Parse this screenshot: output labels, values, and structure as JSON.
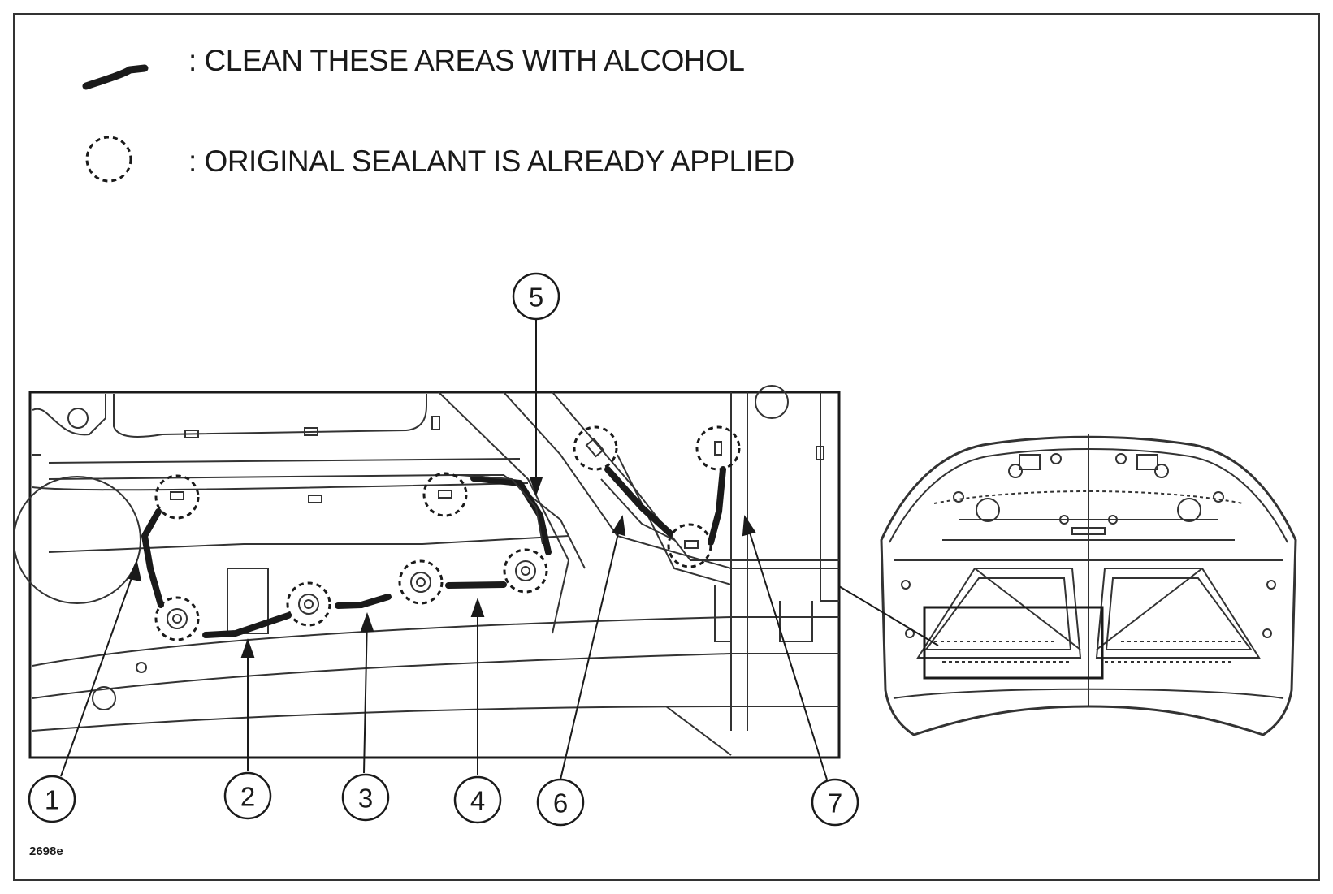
{
  "legend": {
    "clean_text": ": CLEAN THESE AREAS WITH ALCOHOL",
    "sealant_text": ": ORIGINAL SEALANT IS ALREADY APPLIED"
  },
  "callouts": [
    "1",
    "2",
    "3",
    "4",
    "5",
    "6",
    "7"
  ],
  "figure_code": "2698e",
  "colors": {
    "ink": "#1a1a1a",
    "line": "#333333",
    "background": "#ffffff"
  }
}
